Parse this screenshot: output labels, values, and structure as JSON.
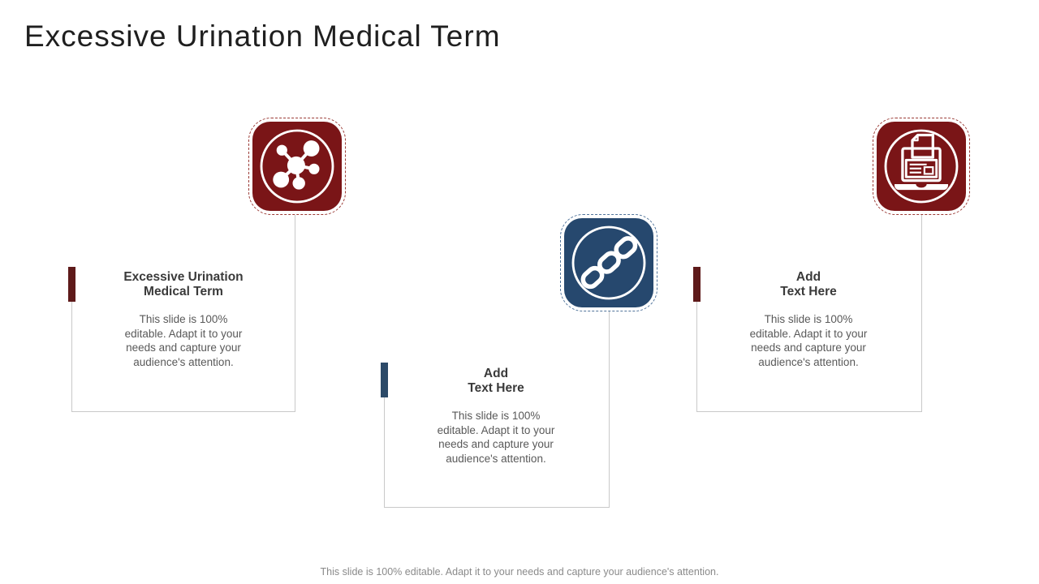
{
  "slide": {
    "title": "Excessive Urination Medical Term",
    "footer": "This slide is 100% editable. Adapt it to your needs and capture your audience's attention."
  },
  "colors": {
    "maroon_tile": "#7A1517",
    "maroon_accent_bar": "#5E1A1A",
    "maroon_dashed_border": "#9B3B36",
    "navy_tile": "#26486E",
    "navy_accent_bar": "#2C4A68",
    "navy_dashed_border": "#51749B",
    "box_border": "#C9C9C9",
    "heading_text": "#3A3A3A",
    "body_text": "#595959",
    "footer_text": "#8A8A8A"
  },
  "sections": [
    {
      "icon": "molecule-network-icon",
      "theme": "maroon",
      "title_line1": "Excessive Urination",
      "title_line2": "Medical Term",
      "body_lines": [
        "This slide is 100%",
        "editable. Adapt it to your",
        "needs and capture your",
        "audience's attention."
      ]
    },
    {
      "icon": "chain-link-icon",
      "theme": "navy",
      "title_line1": "Add",
      "title_line2": "Text Here",
      "body_lines": [
        "This slide is 100%",
        "editable. Adapt it to your",
        "needs and capture your",
        "audience's attention."
      ]
    },
    {
      "icon": "laptop-document-icon",
      "theme": "maroon",
      "title_line1": "Add",
      "title_line2": "Text Here",
      "body_lines": [
        "This slide is 100%",
        "editable. Adapt it to your",
        "needs and capture your",
        "audience's attention."
      ]
    }
  ]
}
